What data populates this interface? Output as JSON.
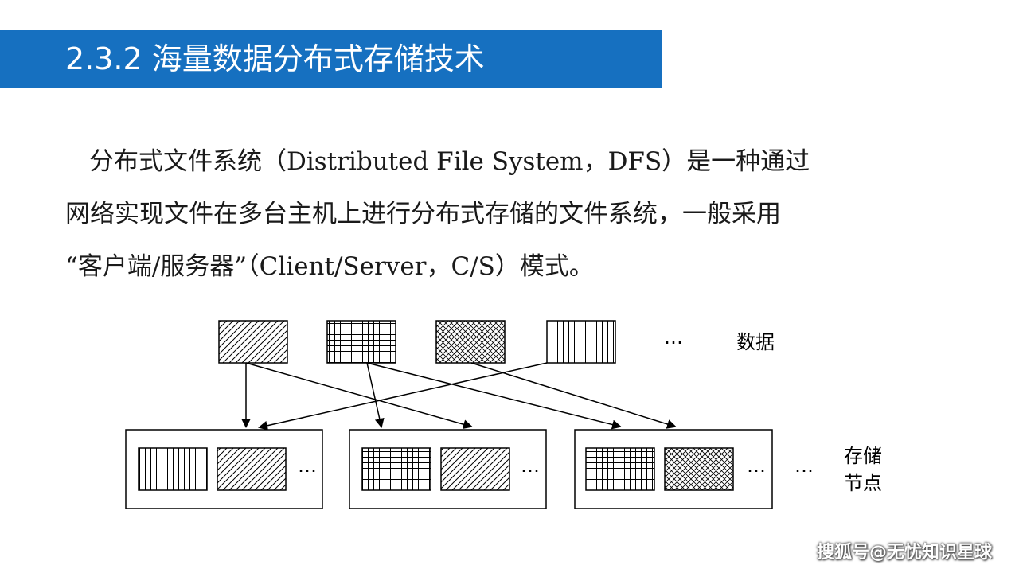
{
  "header": {
    "title": "2.3.2 海量数据分布式存储技术",
    "accent_color": "#1670c0"
  },
  "body": {
    "lines": [
      "分布式文件系统（Distributed File System，DFS）是一种通过",
      "网络实现文件在多台主机上进行分布式存储的文件系统，一般采用",
      "“客户端/服务器”（Client/Server，C/S）模式。"
    ]
  },
  "diagram": {
    "data_label": "数据",
    "data_ellipsis": "…",
    "storage_label_line1": "存储",
    "storage_label_line2": "节点",
    "node_ellipsis": "…",
    "outer_ellipsis": "…",
    "data_blocks": [
      {
        "pattern": "diagonal-hatch"
      },
      {
        "pattern": "grid-hatch"
      },
      {
        "pattern": "cross-hatch"
      },
      {
        "pattern": "vertical-hatch"
      }
    ],
    "storage_nodes": [
      {
        "blocks": [
          "vertical-hatch",
          "diagonal-hatch"
        ]
      },
      {
        "blocks": [
          "grid-hatch",
          "diagonal-hatch"
        ]
      },
      {
        "blocks": [
          "grid-hatch",
          "cross-hatch"
        ]
      }
    ]
  },
  "watermark": "搜狐号@无忧知识星球"
}
